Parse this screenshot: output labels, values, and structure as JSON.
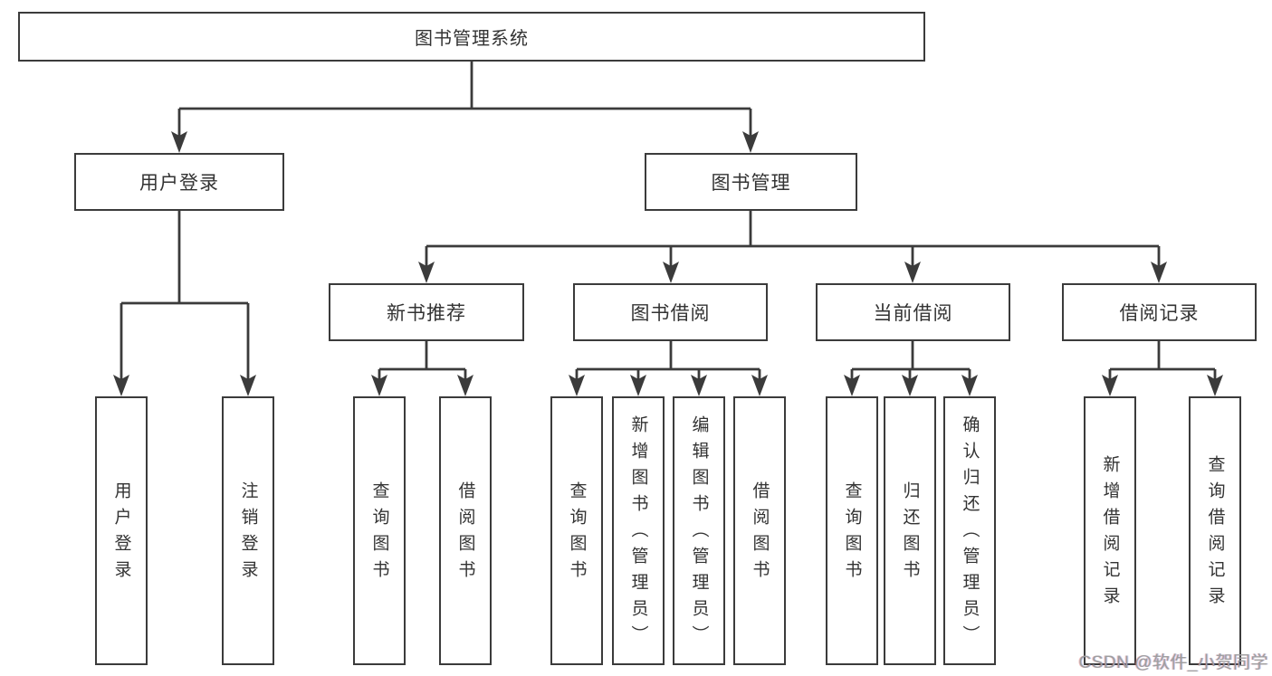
{
  "title": "图书管理系统",
  "branches": {
    "user_login": {
      "label": "用户登录",
      "children": [
        "用户登录",
        "注销登录"
      ]
    },
    "book_mgmt": {
      "label": "图书管理",
      "sections": {
        "new_books": {
          "label": "新书推荐",
          "children": [
            "查询图书",
            "借阅图书"
          ]
        },
        "book_borrow": {
          "label": "图书借阅",
          "children": [
            "查询图书",
            "新增图书（管理员）",
            "编辑图书（管理员）",
            "借阅图书"
          ]
        },
        "current_borrow": {
          "label": "当前借阅",
          "children": [
            "查询图书",
            "归还图书",
            "确认归还（管理员）"
          ]
        },
        "borrow_records": {
          "label": "借阅记录",
          "children": [
            "新增借阅记录",
            "查询借阅记录"
          ]
        }
      }
    }
  },
  "watermark": "CSDN @软件_小贺同学",
  "colors": {
    "line": "#3b3b3b",
    "text": "#333333",
    "watermark": "#9e9e9e",
    "background": "#ffffff"
  }
}
